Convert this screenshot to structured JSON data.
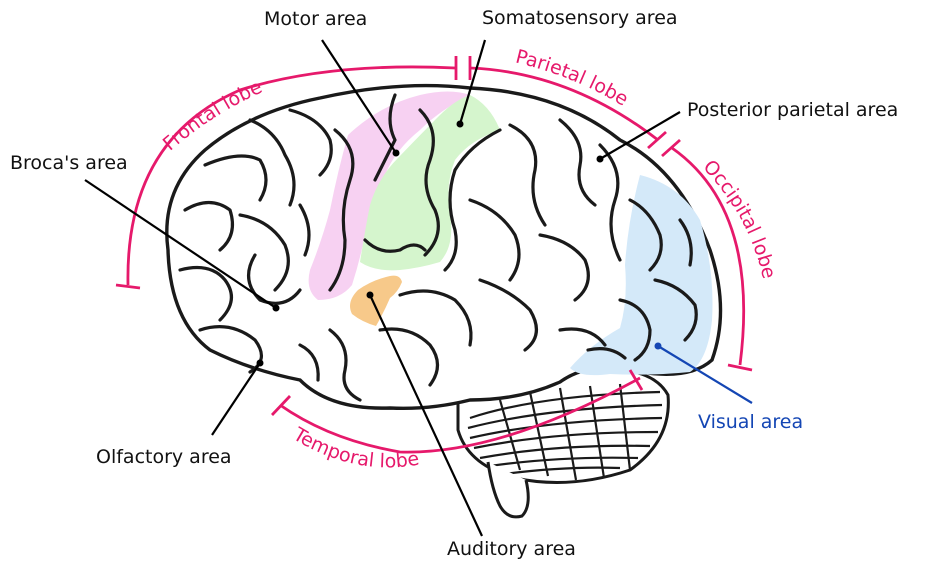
{
  "labels": {
    "motor": "Motor area",
    "somatosensory": "Somatosensory area",
    "posterior_parietal": "Posterior parietal area",
    "broca": "Broca's area",
    "olfactory": "Olfactory area",
    "auditory": "Auditory area",
    "visual": "Visual area"
  },
  "lobes": {
    "frontal": "Frontal lobe",
    "parietal": "Parietal lobe",
    "occipital": "Occipital lobe",
    "temporal": "Temporal lobe"
  },
  "colors": {
    "lobe_bracket": "#e6196b",
    "visual_label": "#1446b4",
    "motor_fill": "#f7d1f2",
    "somatosensory_fill": "#d5f5cd",
    "auditory_fill": "#f7c98a",
    "visual_fill": "#d4e9f9",
    "outline": "#1a1a1a"
  }
}
